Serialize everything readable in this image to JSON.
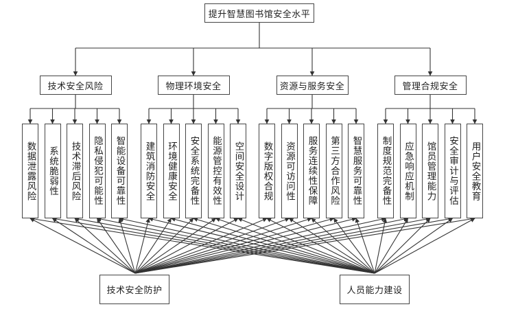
{
  "diagram": {
    "title": "提升智慧图书馆安全水平",
    "categories": [
      {
        "label": "技术安全风险",
        "items": [
          "数据泄露风险",
          "系统脆弱性",
          "技术滞后风险",
          "隐私侵犯可能性",
          "智能设备可靠性"
        ]
      },
      {
        "label": "物理环境安全",
        "items": [
          "建筑消防安全",
          "环境健康安全",
          "安全系统完备性",
          "能源管控有效性",
          "空间安全设计"
        ]
      },
      {
        "label": "资源与服务安全",
        "items": [
          "数字版权合规",
          "资源可访问性",
          "服务连续性保障",
          "第三方合作风险",
          "智慧服务可靠性"
        ]
      },
      {
        "label": "管理合规安全",
        "items": [
          "制度规范完备性",
          "应急响应机制",
          "馆员管理能力",
          "安全审计与评估",
          "用户安全教育"
        ]
      }
    ],
    "drivers": [
      {
        "label": "技术安全防护",
        "links": "all-indicators"
      },
      {
        "label": "人员能力建设",
        "links": "all-indicators"
      }
    ],
    "colors": {
      "line": "#333333",
      "border": "#444444",
      "background": "#ffffff"
    }
  }
}
